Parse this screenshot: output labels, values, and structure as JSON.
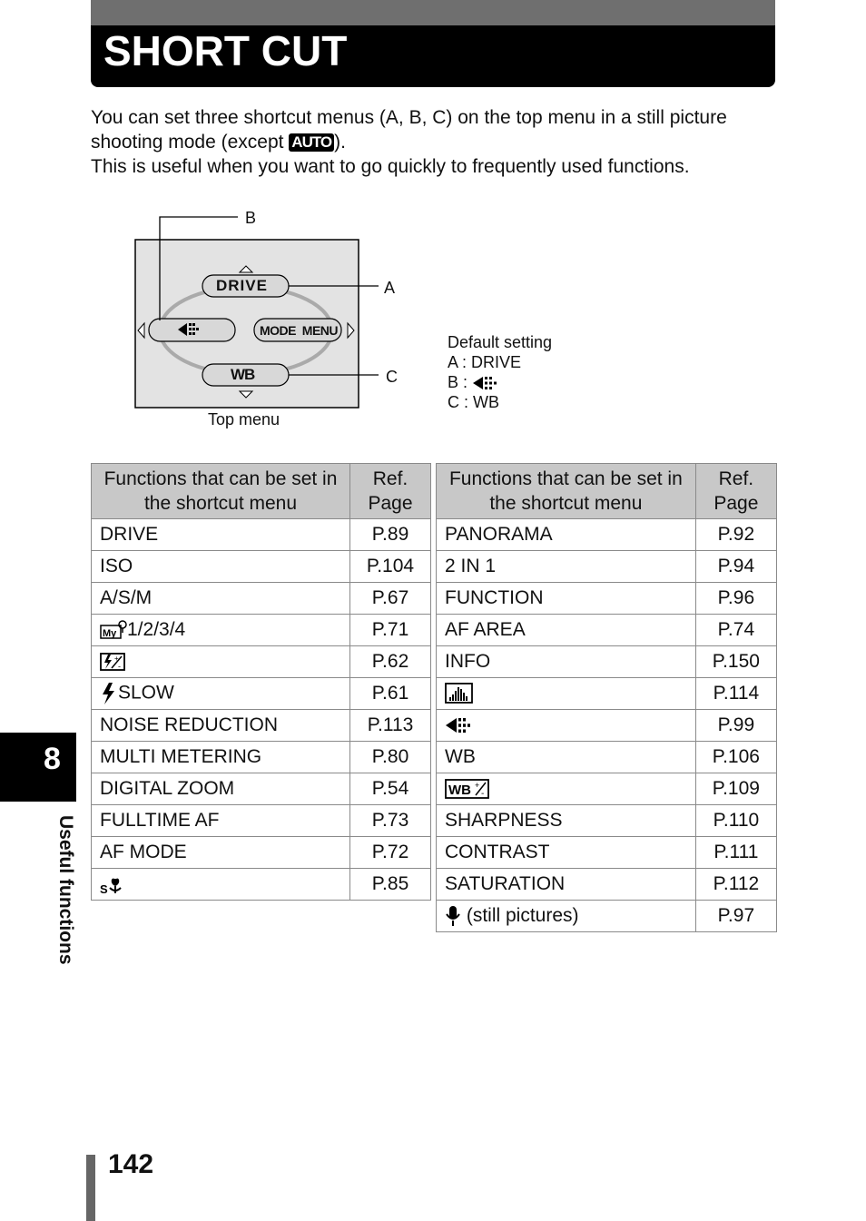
{
  "header": {
    "title": "SHORT CUT"
  },
  "intro": {
    "line1": "You can set three shortcut menus (A, B, C) on the top menu in a still picture shooting mode (except ",
    "auto_icon": "AUTO",
    "line1_end": ").",
    "line2": "This is useful when you want to go quickly to frequently used functions."
  },
  "diagram": {
    "label_a": "A",
    "label_b": "B",
    "label_c": "C",
    "caption": "Top menu",
    "btn_top": "DRIVE",
    "btn_right": "MODE  MENU",
    "btn_bottom": "WB"
  },
  "defaults": {
    "title": "Default setting",
    "a": "A : DRIVE",
    "b": "B : ",
    "c": "C : WB"
  },
  "table_left": {
    "header_fn": "Functions that can be set in the shortcut menu",
    "header_ref": "Ref. Page",
    "rows": [
      {
        "fn": "DRIVE",
        "ref": "P.89"
      },
      {
        "fn": "ISO",
        "ref": "P.104"
      },
      {
        "fn": "A/S/M",
        "ref": "P.67"
      },
      {
        "fn": "1/2/3/4",
        "ref": "P.71",
        "icon": "my-mode-icon"
      },
      {
        "fn": "",
        "ref": "P.62",
        "icon": "flash-intensity-icon"
      },
      {
        "fn": "SLOW",
        "ref": "P.61",
        "icon": "flash-bolt-icon"
      },
      {
        "fn": "NOISE REDUCTION",
        "ref": "P.113"
      },
      {
        "fn": "MULTI METERING",
        "ref": "P.80"
      },
      {
        "fn": "DIGITAL ZOOM",
        "ref": "P.54"
      },
      {
        "fn": "FULLTIME AF",
        "ref": "P.73"
      },
      {
        "fn": "AF MODE",
        "ref": "P.72"
      },
      {
        "fn": "",
        "ref": "P.85",
        "icon": "super-macro-icon"
      }
    ]
  },
  "table_right": {
    "header_fn": "Functions that can be set in the shortcut menu",
    "header_ref": "Ref. Page",
    "rows": [
      {
        "fn": "PANORAMA",
        "ref": "P.92"
      },
      {
        "fn": "2 IN 1",
        "ref": "P.94"
      },
      {
        "fn": "FUNCTION",
        "ref": "P.96"
      },
      {
        "fn": "AF AREA",
        "ref": "P.74"
      },
      {
        "fn": "INFO",
        "ref": "P.150"
      },
      {
        "fn": "",
        "ref": "P.114",
        "icon": "histogram-icon"
      },
      {
        "fn": "",
        "ref": "P.99",
        "icon": "image-quality-icon"
      },
      {
        "fn": "WB",
        "ref": "P.106"
      },
      {
        "fn": "",
        "ref": "P.109",
        "icon": "wb-compensation-icon"
      },
      {
        "fn": "SHARPNESS",
        "ref": "P.110"
      },
      {
        "fn": "CONTRAST",
        "ref": "P.111"
      },
      {
        "fn": "SATURATION",
        "ref": "P.112"
      },
      {
        "fn": " (still pictures)",
        "ref": "P.97",
        "icon": "microphone-icon"
      }
    ]
  },
  "side": {
    "chapter": "8",
    "label": "Useful functions"
  },
  "footer": {
    "page": "142"
  }
}
